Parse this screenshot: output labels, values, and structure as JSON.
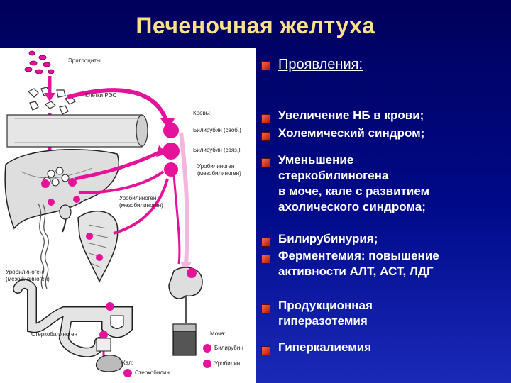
{
  "title": "Печеночная желтуха",
  "diagram_labels": {
    "erythrocytes": "Эритроциты",
    "res_cells": "Клетки РЭС",
    "blood": "Кровь:",
    "bilirubin_free": "Билирубин (своб.)",
    "bilirubin_bound": "Билирубин (связ.)",
    "urobilinogen_1": "Уробилиноген",
    "mesobilinogen_1": "(мезобилиноген)",
    "urobilinogen_2": "Уробилиноген",
    "mesobilinogen_2": "(мезобилиноген)",
    "urobilinogen_3": "Уробилиноген",
    "mesobilinogen_3": "(мезобилиноген)",
    "stercobilinogen": "Стеркобилиноген",
    "urine": "Моча:",
    "urine_bilirubin": "Билирубин",
    "urine_urobilin": "Уробилин",
    "feces": "Кал:",
    "stercobilin": "Стеркобилин"
  },
  "manifestations": {
    "heading": "Проявления:",
    "items": [
      "Увеличение НБ в крови;",
      "Холемический синдром;",
      "Уменьшение стеркобилиногена",
      "Билирубинурия;",
      "Ферментемия: повышение активности АЛТ, АСТ, ЛДГ",
      "Продукционная гиперазотемия",
      "Гиперкалиемия"
    ],
    "continuation_lines": [
      "в  моче, кале с развитием",
      "ахолического синдрома;"
    ]
  },
  "colors": {
    "accent_pink": "#e6139a",
    "light_pink": "#f4b6dc",
    "title": "#ffe08a"
  }
}
